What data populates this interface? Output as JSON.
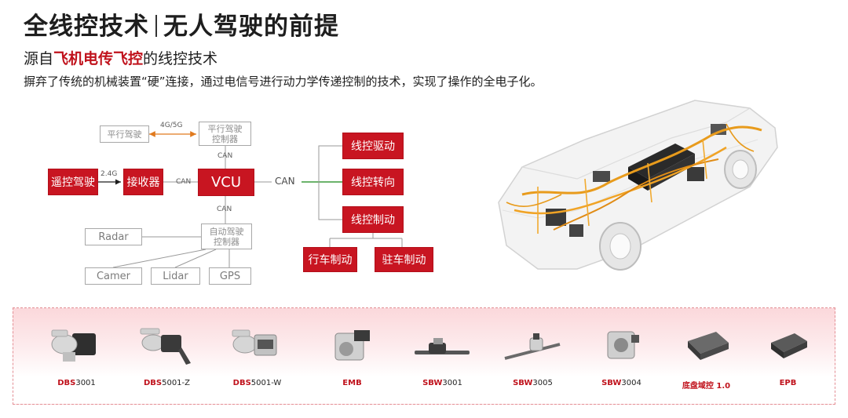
{
  "header": {
    "title_part1": "全线控技术",
    "title_part2": "无人驾驶的前提",
    "subtitle_pre": "源自",
    "subtitle_highlight": "飞机电传飞控",
    "subtitle_post": "的线控技术",
    "description": "摒弃了传统的机械装置“硬”连接，通过电信号进行动力学传递控制的技术，实现了操作的全电子化。"
  },
  "diagram": {
    "remote_drive_label": "平行驾驶",
    "remote_controller_label": "平行驾驶\n控制器",
    "link_4g5g": "4G/5G",
    "can_top": "CAN",
    "remote_control": "遥控驾驶",
    "link_24g": "2.4G",
    "receiver": "接收器",
    "can_mid": "CAN",
    "vcu": "VCU",
    "can_right": "CAN",
    "can_bottom": "CAN",
    "drive_by_wire": "线控驱动",
    "steer_by_wire": "线控转向",
    "brake_by_wire": "线控制动",
    "service_brake": "行车制动",
    "parking_brake": "驻车制动",
    "auto_controller": "自动驾驶\n控制器",
    "radar": "Radar",
    "camera": "Camer",
    "lidar": "Lidar",
    "gps": "GPS"
  },
  "products": [
    {
      "prefix": "DBS",
      "suffix": "3001"
    },
    {
      "prefix": "DBS",
      "suffix": "5001-Z"
    },
    {
      "prefix": "DBS",
      "suffix": "5001-W"
    },
    {
      "prefix": "EMB",
      "suffix": ""
    },
    {
      "prefix": "SBW",
      "suffix": "3001"
    },
    {
      "prefix": "SBW",
      "suffix": "3005"
    },
    {
      "prefix": "SBW",
      "suffix": "3004"
    },
    {
      "prefix": "底盘域控 1.0",
      "suffix": ""
    },
    {
      "prefix": "EPB",
      "suffix": ""
    }
  ],
  "colors": {
    "accent_red": "#c81521",
    "arrow_orange": "#e07a1e",
    "line_green": "#3a9a3a",
    "line_gray": "#9a9a9a"
  }
}
